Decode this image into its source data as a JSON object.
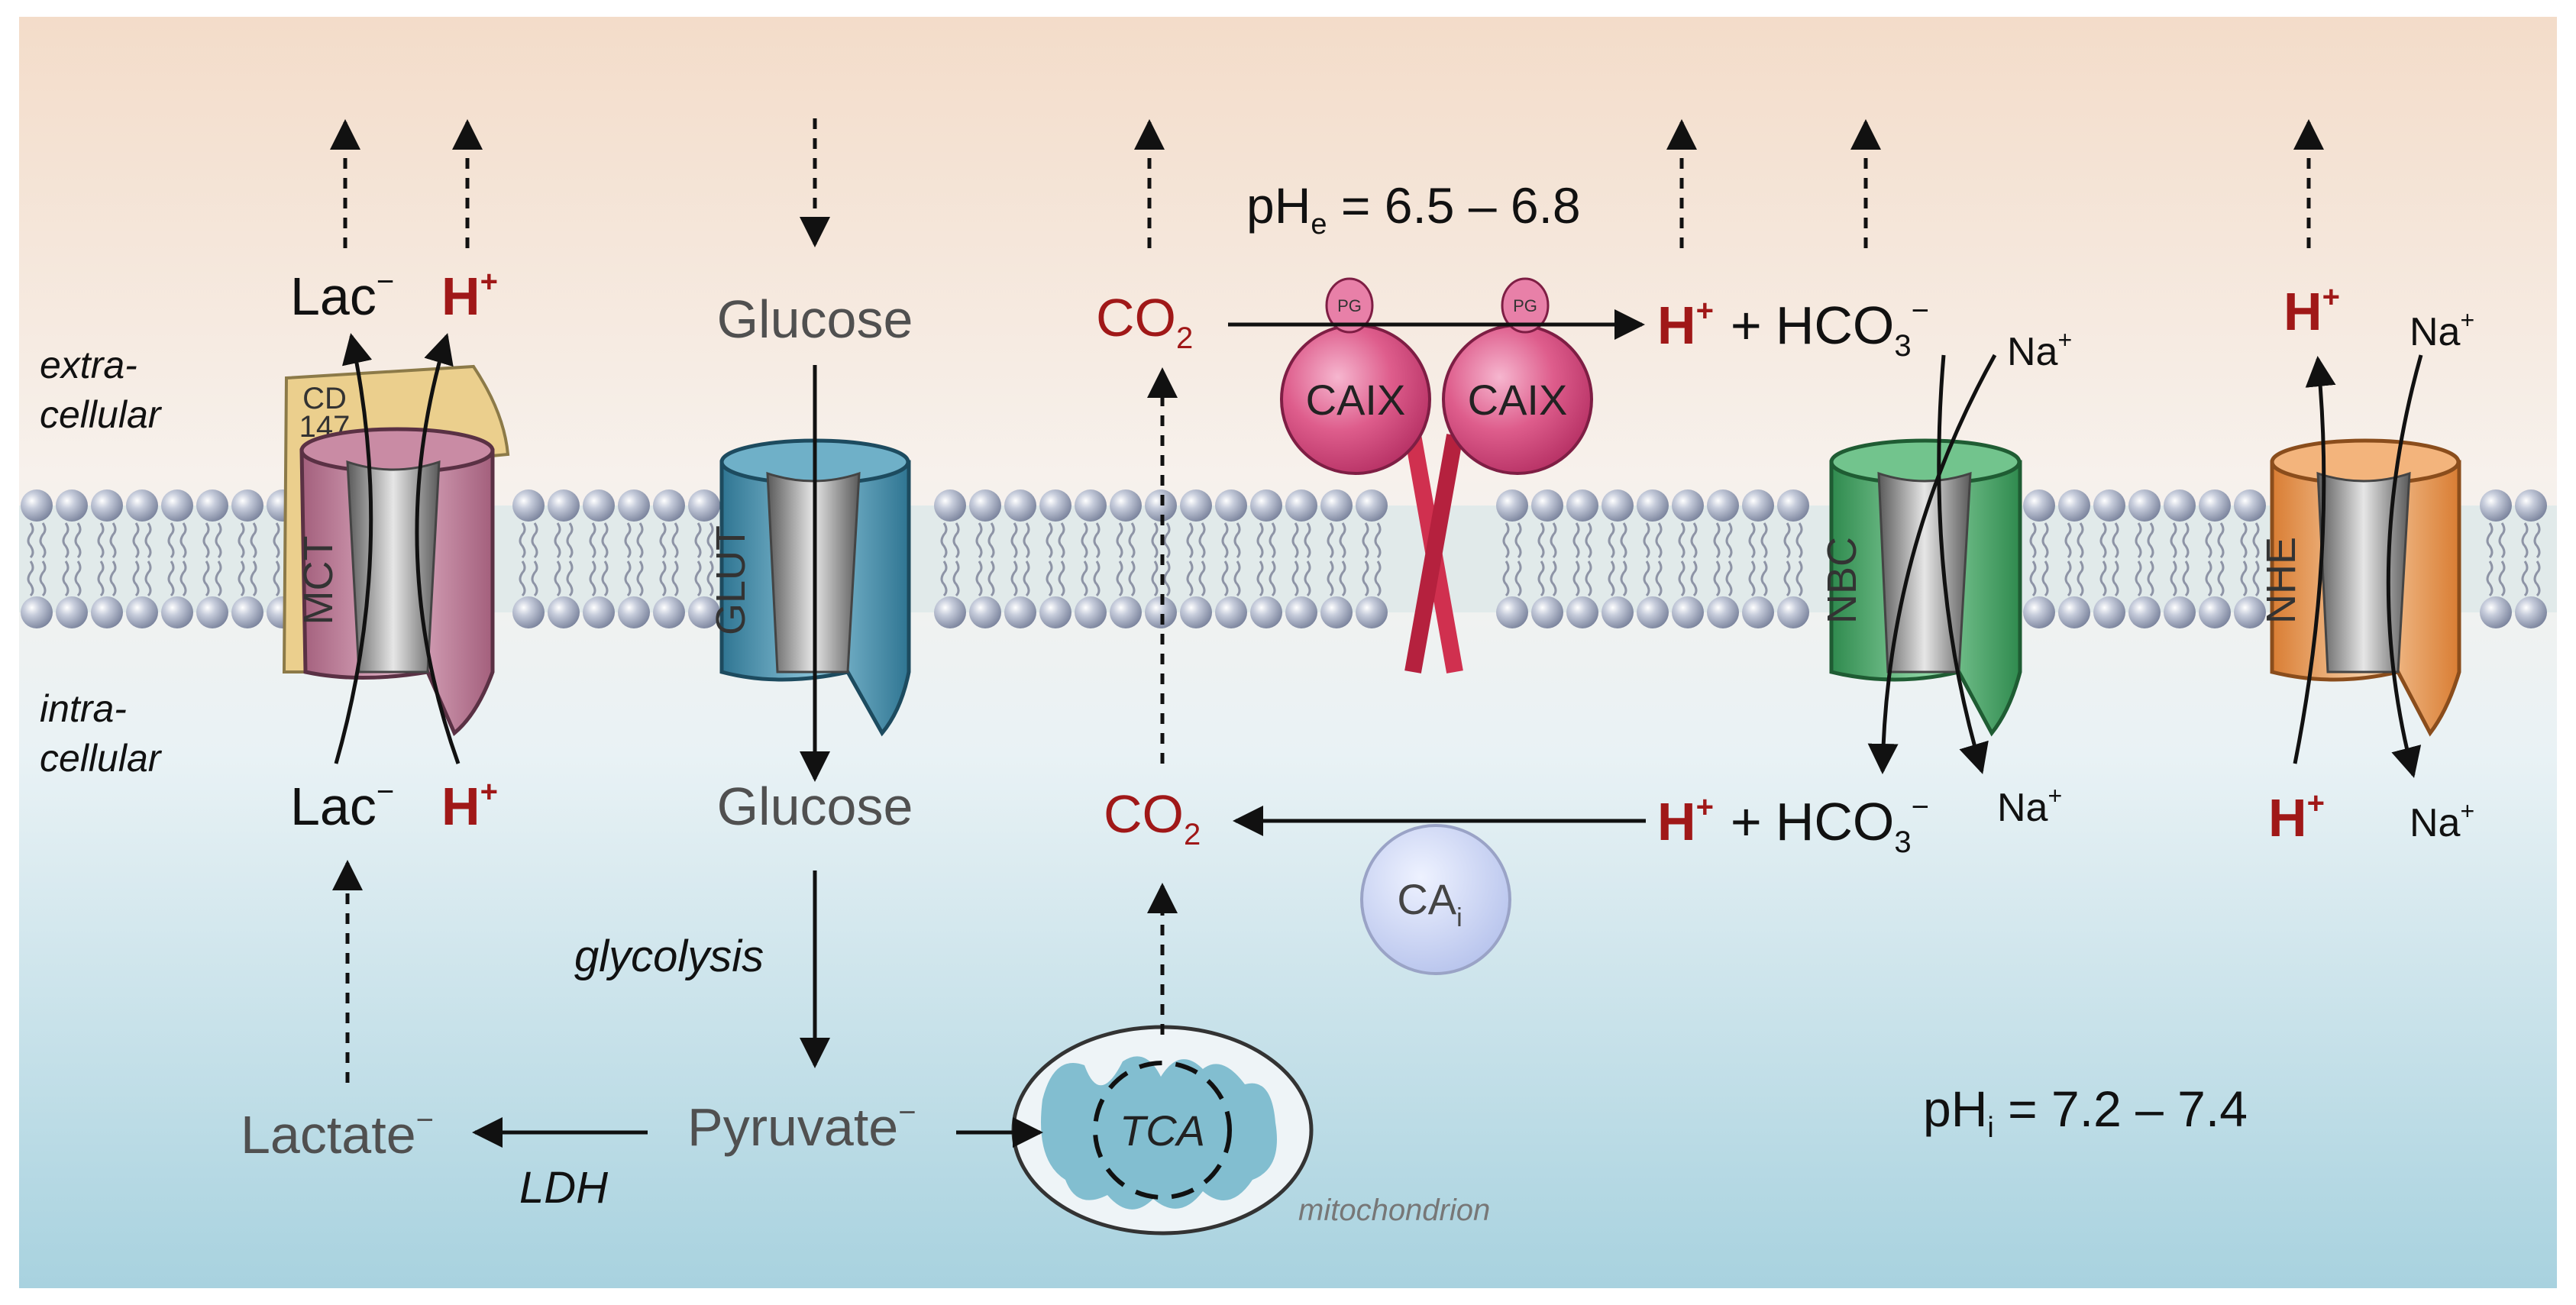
{
  "regions": {
    "extracellular": [
      "extra-",
      "cellular"
    ],
    "intracellular": [
      "intra-",
      "cellular"
    ],
    "ph_extracellular": {
      "pre": "pH",
      "sub": "e",
      "post": " = 6.5 – 6.8"
    },
    "ph_intracellular": {
      "pre": "pH",
      "sub": "i",
      "post": " = 7.2 – 7.4"
    }
  },
  "transporters": {
    "mct": "MCT",
    "cd147": [
      "CD",
      "147"
    ],
    "glut": "GLUT",
    "caix": "CAIX",
    "pg": "PG",
    "nbc": "NBC",
    "nhe": "NHE",
    "cai": {
      "main": "CA",
      "sub": "i"
    }
  },
  "molecules": {
    "lac": {
      "main": "Lac",
      "sup": "−"
    },
    "h": {
      "main": "H",
      "sup": "+"
    },
    "glucose": "Glucose",
    "co2": {
      "main": "CO",
      "sub": "2"
    },
    "hco3": {
      "main": "HCO",
      "sub": "3",
      "sup": "−"
    },
    "plus": "+",
    "na": {
      "main": "Na",
      "sup": "+"
    },
    "pyruvate": {
      "main": "Pyruvate",
      "sup": "−"
    },
    "lactate": {
      "main": "Lactate",
      "sup": "−"
    }
  },
  "processes": {
    "glycolysis": "glycolysis",
    "ldh": "LDH",
    "tca": "TCA",
    "mitochondrion": "mitochondrion"
  },
  "colors": {
    "bg_top": "#f3dcc9",
    "bg_bottom": "#a8d2df",
    "membrane_head": "#a6aec3",
    "red_text": "#a01818",
    "grey_text": "#505050",
    "mct": "#c8849e",
    "cd147": "#ebcf8d",
    "glut": "#4c97b4",
    "caix": "#d64a80",
    "nbc": "#4fb06e",
    "nhe": "#ef9f5a",
    "cai": "#c6d0f2",
    "mito": "#82bed0"
  }
}
